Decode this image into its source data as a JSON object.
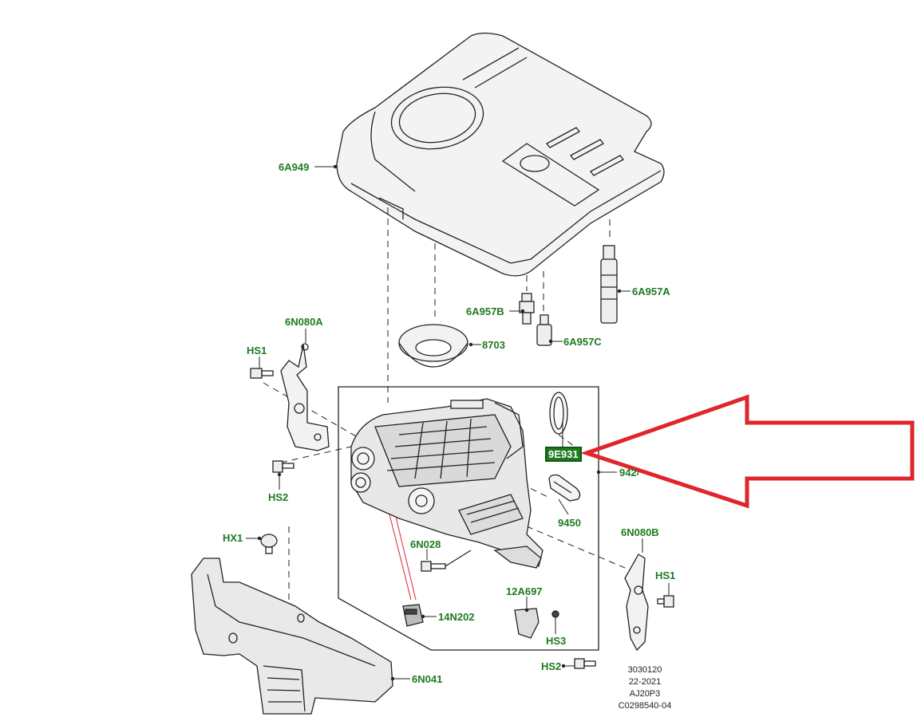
{
  "labels": {
    "cover": "6A949",
    "stud_a": "6A957A",
    "stud_b": "6A957B",
    "stud_c": "6A957C",
    "grommet": "8703",
    "bracket_a": "6N080A",
    "hs1_left": "HS1",
    "hs2_left": "HS2",
    "hx1": "HX1",
    "seal": "9E931",
    "manifold": "9424",
    "gasket": "9450",
    "screw": "6N028",
    "sensor_14": "14N202",
    "sensor_12": "12A697",
    "hs3": "HS3",
    "bracket_b": "6N080B",
    "hs1_right": "HS1",
    "hs2_right": "HS2",
    "shield": "6N041"
  },
  "reference": {
    "line1": "3030120",
    "line2": "22-2021",
    "line3": "AJ20P3",
    "line4": "C0298540-04"
  },
  "colors": {
    "label_green": "#1f7a1f",
    "arrow_red": "#e0252b",
    "line_art": "#222222"
  }
}
